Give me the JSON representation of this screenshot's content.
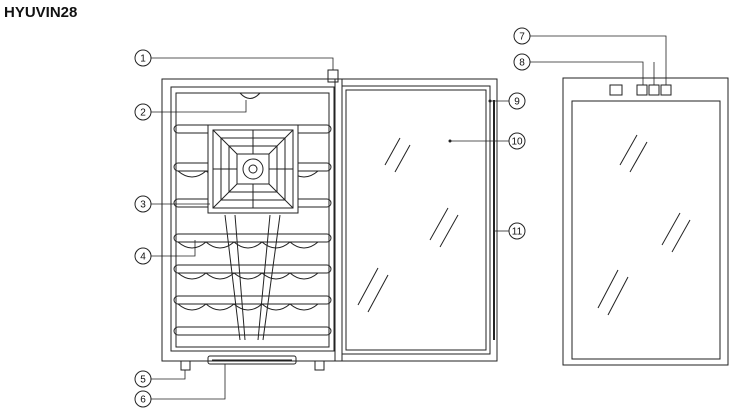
{
  "title": "HYUVIN28",
  "callouts": [
    "1",
    "2",
    "3",
    "4",
    "5",
    "6",
    "7",
    "8",
    "9",
    "10",
    "11"
  ],
  "colors": {
    "stroke": "#222222",
    "background": "#ffffff"
  }
}
